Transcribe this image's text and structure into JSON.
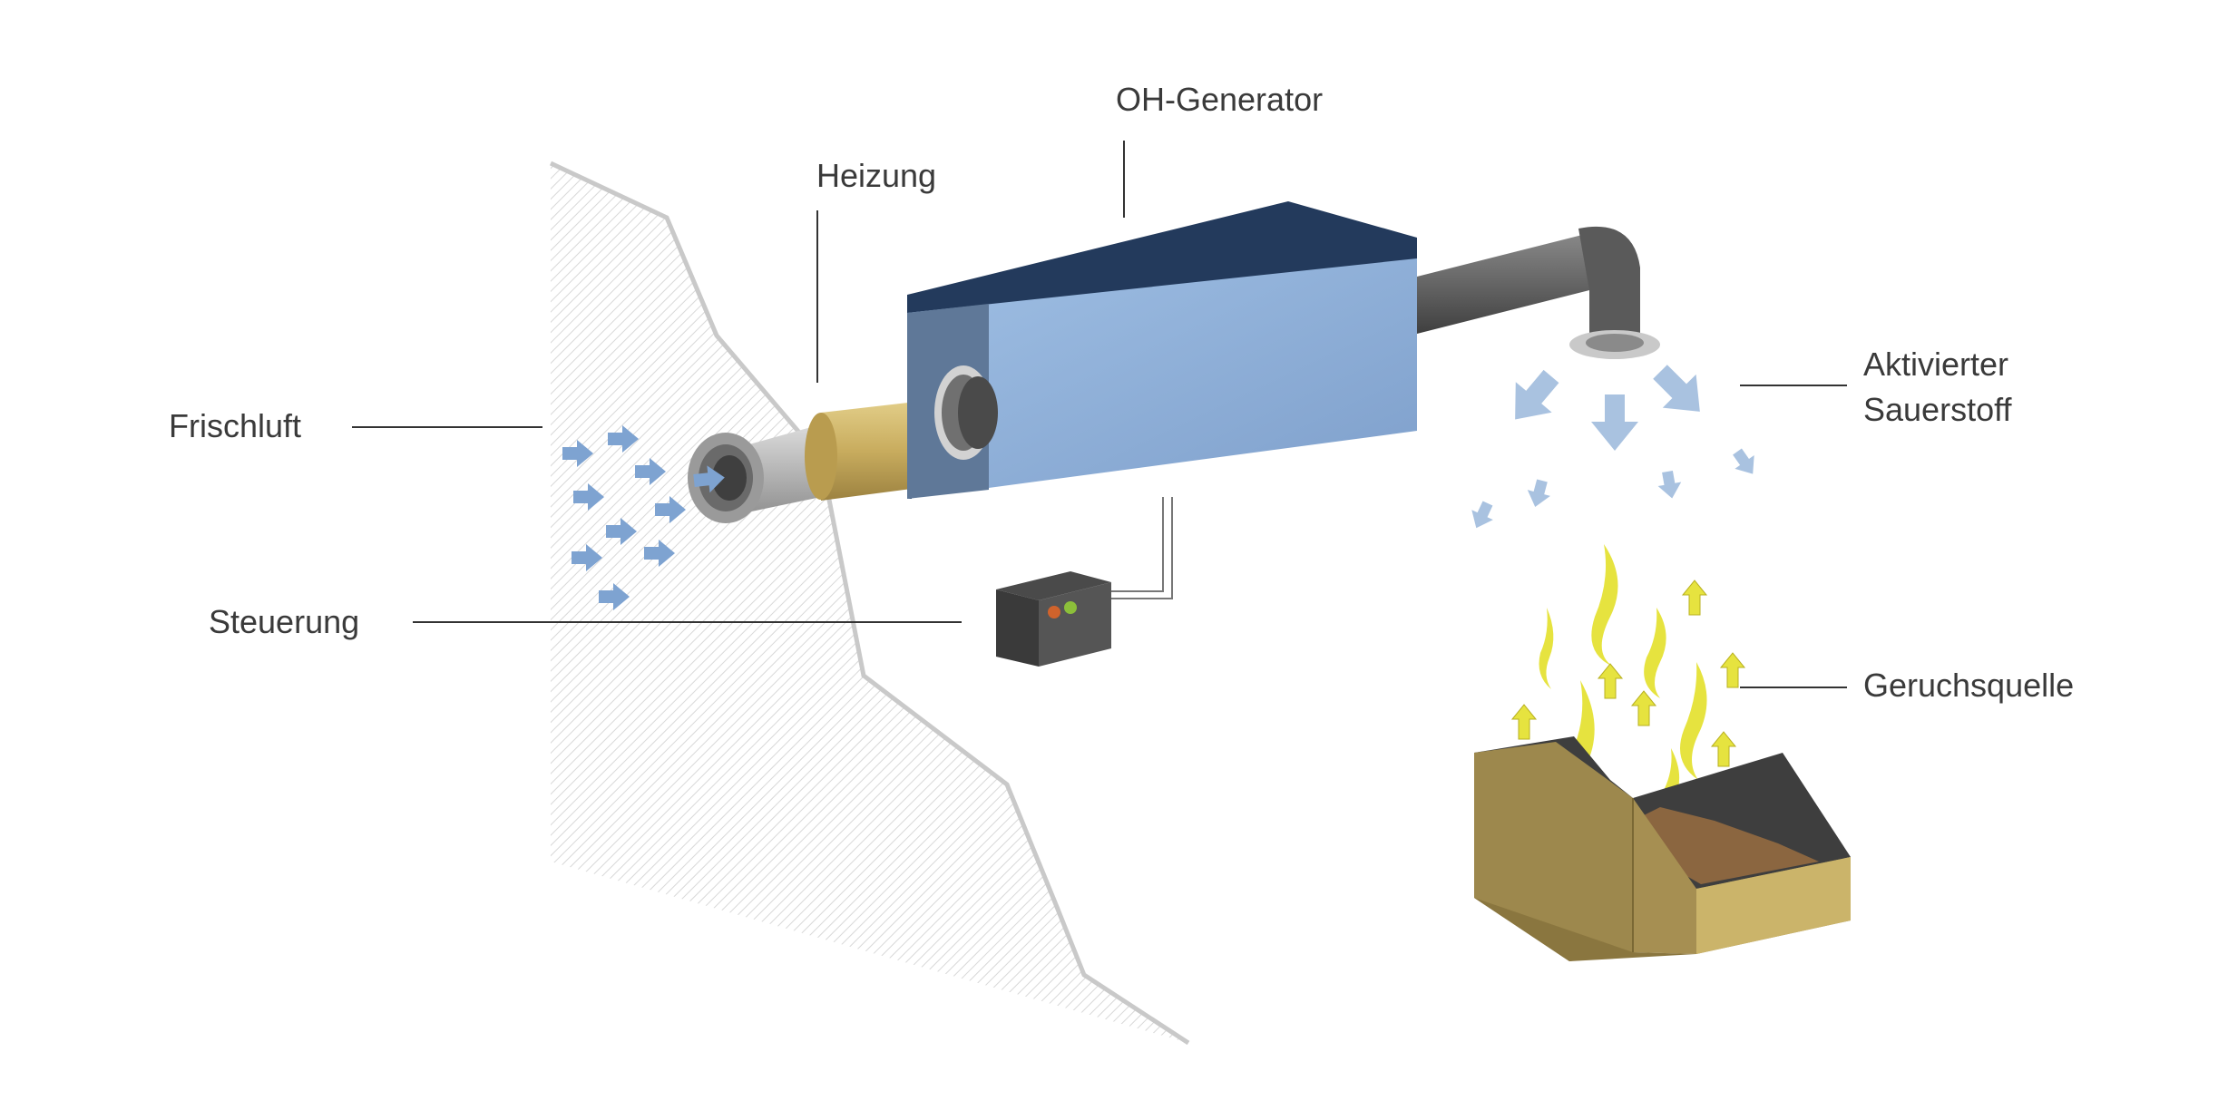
{
  "labels": {
    "frischluft": "Frischluft",
    "heizung": "Heizung",
    "oh_generator": "OH-Generator",
    "steuerung": "Steuerung",
    "aktivierter_line1": "Aktivierter",
    "aktivierter_line2": "Sauerstoff",
    "geruchsquelle": "Geruchsquelle"
  },
  "colors": {
    "generator_top": "#233a5c",
    "generator_front": "#90b0d8",
    "generator_side": "#5f7898",
    "pipe": "#666666",
    "heater": "#c9ad5f",
    "air_arrow": "#7ea3d1",
    "activated_arrow": "#a9c2e0",
    "odor_flame": "#e6e33f",
    "bin": "#a68f52",
    "wall_stroke": "#c9c9c9"
  }
}
